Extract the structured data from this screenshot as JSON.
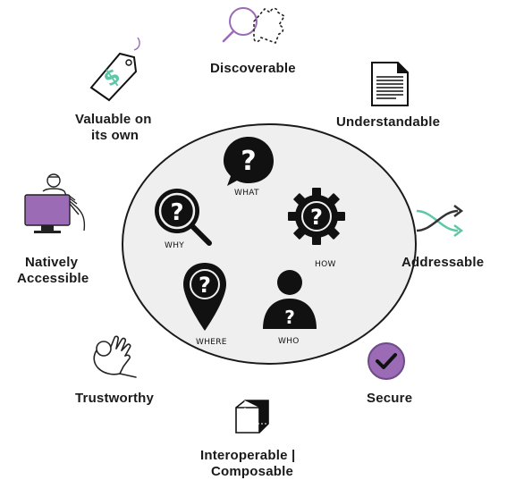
{
  "properties": [
    {
      "id": "discoverable",
      "label": "Discoverable"
    },
    {
      "id": "understandable",
      "label": "Understandable"
    },
    {
      "id": "addressable",
      "label": "Addressable"
    },
    {
      "id": "secure",
      "label": "Secure"
    },
    {
      "id": "interoperable",
      "label": "Interoperable |",
      "label2": "Composable"
    },
    {
      "id": "trustworthy",
      "label": "Trustworthy"
    },
    {
      "id": "natively_accessible",
      "label": "Natively",
      "label2": "Accessible"
    },
    {
      "id": "valuable",
      "label": "Valuable on",
      "label2": "its own"
    }
  ],
  "questions": {
    "what": "WHAT",
    "why": "WHY",
    "how": "HOW",
    "where": "WHERE",
    "who": "WHO",
    "mark": "?"
  },
  "icons": {
    "discoverable": "magnifier-puzzle-icon",
    "understandable": "document-icon",
    "addressable": "shuffle-arrows-icon",
    "secure": "checkmark-badge-icon",
    "interoperable": "cube-icon",
    "trustworthy": "ok-hand-icon",
    "natively_accessible": "person-at-computer-icon",
    "valuable": "price-tag-icon"
  },
  "colors": {
    "accent_purple": "#9b6bb5",
    "accent_teal": "#5fc7a8",
    "circle_fill": "#efefef",
    "icon_dark": "#111111"
  }
}
